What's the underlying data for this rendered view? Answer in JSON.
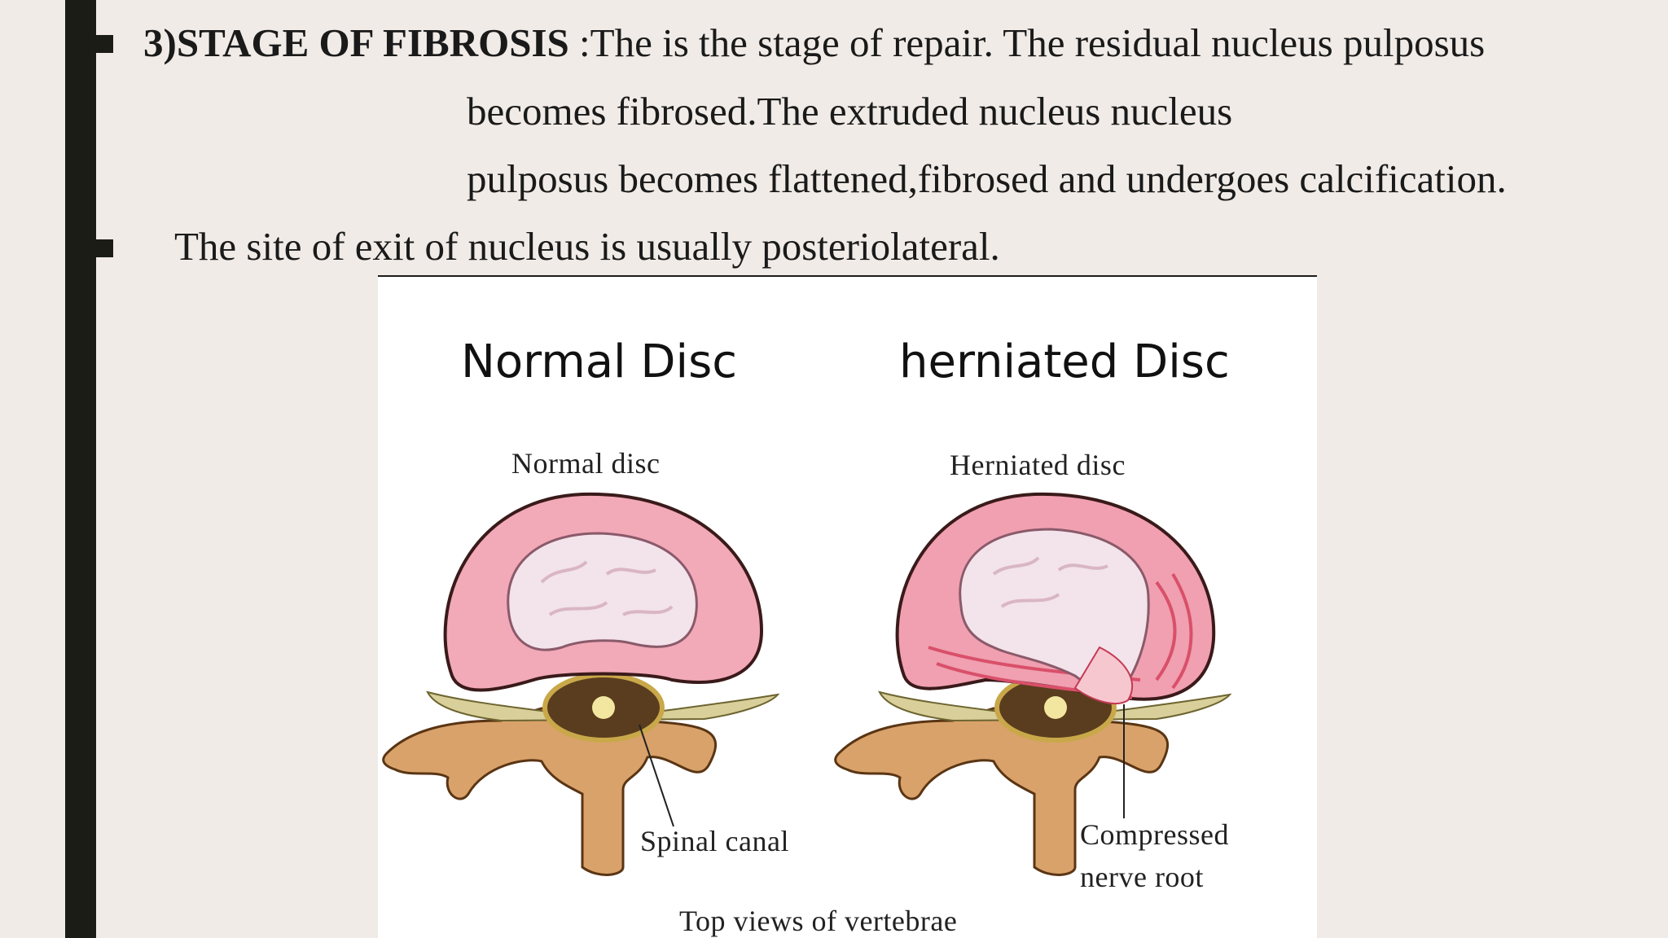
{
  "slide": {
    "heading_bold": "3)STAGE OF FIBROSIS",
    "heading_rest": " :The is the stage of repair. The residual nucleus pulposus",
    "line2": "becomes fibrosed.The extruded nucleus nucleus",
    "line3": "pulposus becomes flattened,fibrosed and undergoes calcification.",
    "bullet2": "The site of exit of nucleus is usually posteriolateral."
  },
  "figure": {
    "title_left": "Normal Disc",
    "title_right": "herniated Disc",
    "label_normal": "Normal disc",
    "label_herniated": "Herniated disc",
    "label_spinal_canal": "Spinal canal",
    "label_compressed_1": "Compressed",
    "label_compressed_2": "nerve root",
    "caption": "Top views of vertebrae"
  },
  "colors": {
    "background": "#f0ebe6",
    "accent_bar": "#1c1c17",
    "disc_ring": "#f2a9b8",
    "nucleus": "#f3e3ea",
    "bone": "#d9a26a"
  }
}
